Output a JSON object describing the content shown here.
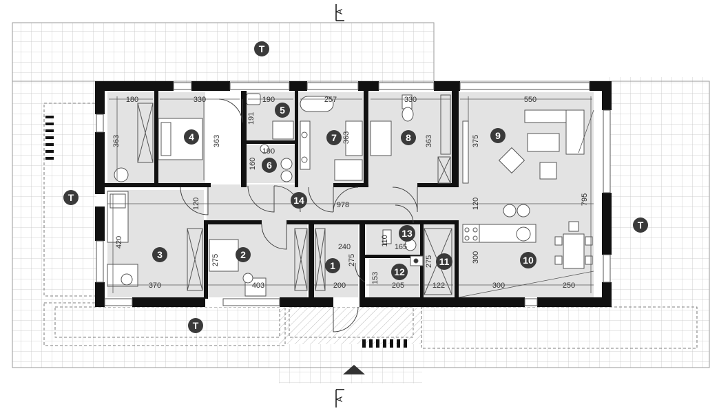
{
  "section_marker": "A",
  "terrace_label": "T",
  "rooms": [
    {
      "id": "1"
    },
    {
      "id": "2"
    },
    {
      "id": "3"
    },
    {
      "id": "4"
    },
    {
      "id": "5"
    },
    {
      "id": "6"
    },
    {
      "id": "7"
    },
    {
      "id": "8"
    },
    {
      "id": "9"
    },
    {
      "id": "10"
    },
    {
      "id": "11"
    },
    {
      "id": "12"
    },
    {
      "id": "13"
    },
    {
      "id": "14"
    }
  ],
  "dimensions": {
    "d180": "180",
    "d330a": "330",
    "d190a": "190",
    "d257": "257",
    "d330b": "330",
    "d550": "550",
    "d363a": "363",
    "d363b": "363",
    "d191": "191",
    "d190b": "190",
    "d160": "160",
    "d363c": "363",
    "d363d": "363",
    "d375": "375",
    "d795": "795",
    "d120a": "120",
    "d978": "978",
    "d120b": "120",
    "d420": "420",
    "d275a": "275",
    "d240": "240",
    "d110": "110",
    "d165": "165",
    "d275b": "275",
    "d153": "153",
    "d275c": "275",
    "d300a": "300",
    "d370": "370",
    "d403": "403",
    "d200": "200",
    "d205": "205",
    "d122": "122",
    "d300b": "300",
    "d250": "250"
  }
}
